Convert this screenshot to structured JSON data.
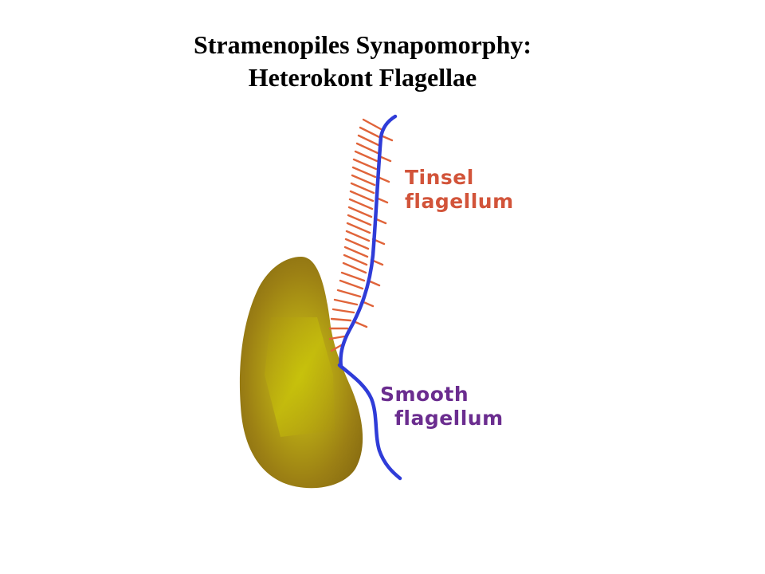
{
  "title": {
    "line1": "Stramenopiles Synapomorphy:",
    "line2": "Heterokont Flagellae"
  },
  "labels": {
    "tinsel": {
      "line1": "Tinsel",
      "line2": "flagellum",
      "color": "#d2543a"
    },
    "smooth": {
      "line1": "Smooth",
      "line2": "flagellum",
      "color": "#6b2d8f"
    }
  },
  "colors": {
    "cell_body": "#9a7f14",
    "cell_highlight": "#c4c010",
    "flagellum": "#2f3cd8",
    "mastigonemes": "#e0643a"
  }
}
